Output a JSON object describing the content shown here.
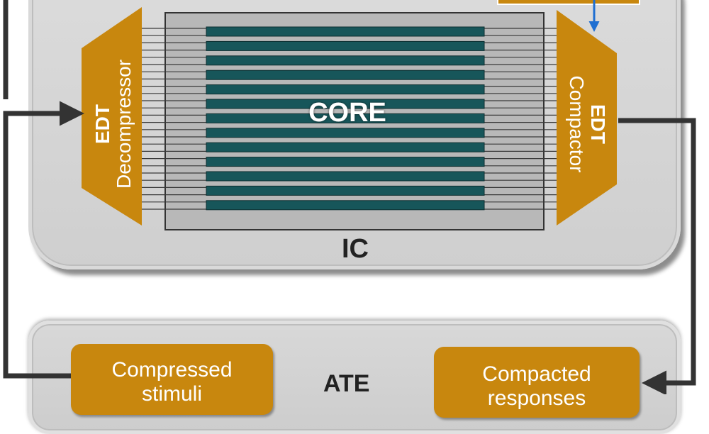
{
  "diagram": {
    "ic_label": "IC",
    "ate_label": "ATE",
    "core_label": "CORE",
    "decompressor": {
      "line1": "EDT",
      "line2": "Decompressor"
    },
    "compactor": {
      "line1": "EDT",
      "line2": "Compactor"
    },
    "ate_left_box": {
      "line1": "Compressed",
      "line2": "stimuli"
    },
    "ate_right_box": {
      "line1": "Compacted",
      "line2": "responses"
    }
  },
  "colors": {
    "edt_block": "#c8870e",
    "core_chain": "#17565a",
    "core_bg": "#b8b8b8",
    "arrow_dark": "#333333",
    "arrow_blue": "#1f6fd1",
    "panel": "#d4d4d4"
  }
}
